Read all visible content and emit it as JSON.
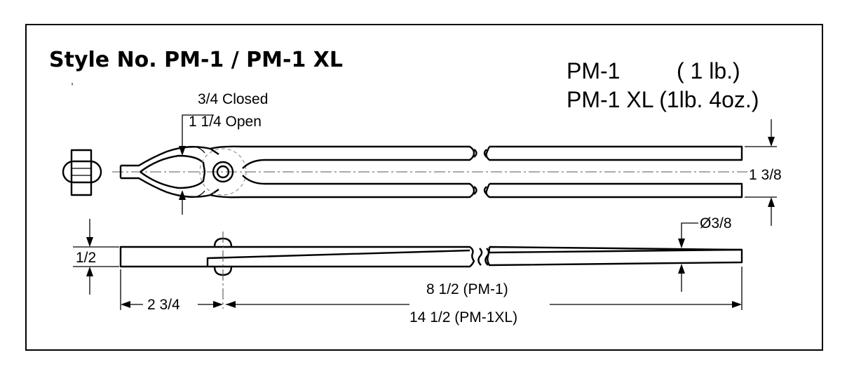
{
  "title": "Style No. PM-1 / PM-1 XL",
  "weights": {
    "pm1_model": "PM-1",
    "pm1_weight": "( 1 lb.)",
    "pm1xl_line": "PM-1 XL (1lb. 4oz.)"
  },
  "dimensions": {
    "jaw_closed": "3/4 Closed",
    "jaw_open": "1 1/4 Open",
    "handle_spread": "1 3/8",
    "thickness": "1/2",
    "rivet_diameter": "Ø3/8",
    "jaw_to_rivet": "2 3/4",
    "length_pm1": "8 1/2 (PM-1)",
    "length_pm1xl": "14 1/2 (PM-1XL)"
  }
}
